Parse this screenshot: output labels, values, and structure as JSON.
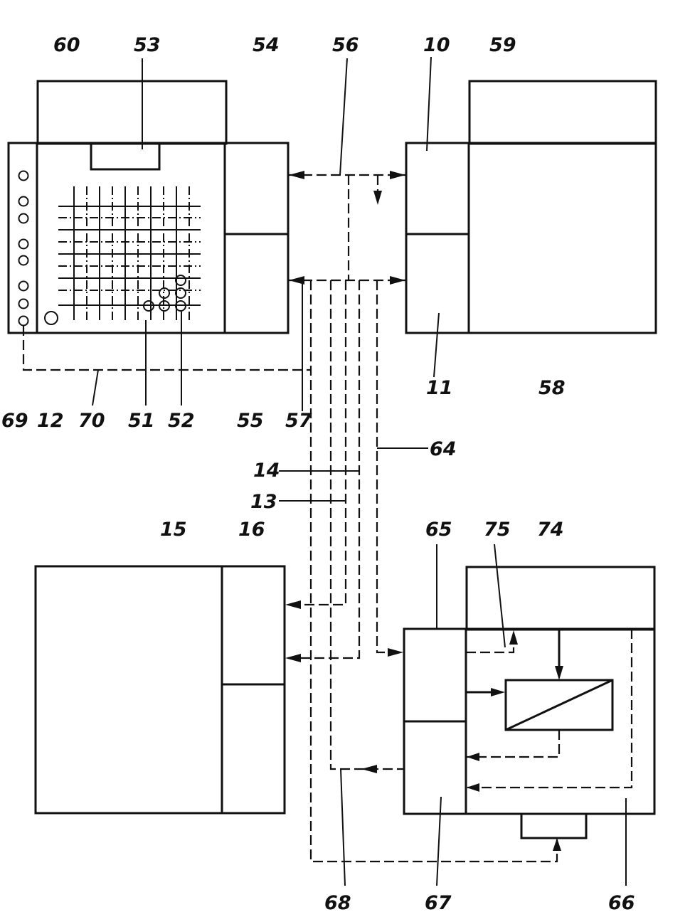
{
  "labels": {
    "l60": "60",
    "l53": "53",
    "l54": "54",
    "l56": "56",
    "l10": "10",
    "l59": "59",
    "l11": "11",
    "l58": "58",
    "l69": "69",
    "l12": "12",
    "l70": "70",
    "l51": "51",
    "l52": "52",
    "l55": "55",
    "l57": "57",
    "l14": "14",
    "l13": "13",
    "l64": "64",
    "l15": "15",
    "l16": "16",
    "l65": "65",
    "l75": "75",
    "l74": "74",
    "l68": "68",
    "l67": "67",
    "l66": "66"
  }
}
